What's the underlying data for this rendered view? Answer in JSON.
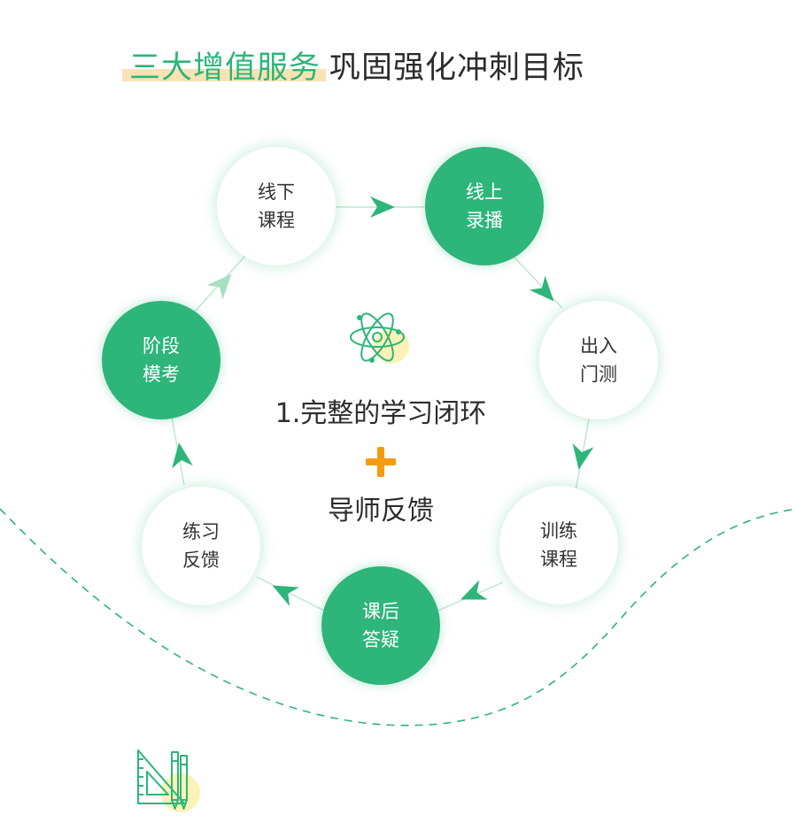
{
  "title": {
    "highlight": "三大增值服务",
    "rest": "巩固强化冲刺目标"
  },
  "nodes": [
    {
      "line1": "线下",
      "line2": "课程",
      "style": "white"
    },
    {
      "line1": "线上",
      "line2": "录播",
      "style": "green"
    },
    {
      "line1": "出入",
      "line2": "门测",
      "style": "white"
    },
    {
      "line1": "训练",
      "line2": "课程",
      "style": "white"
    },
    {
      "line1": "课后",
      "line2": "答疑",
      "style": "green"
    },
    {
      "line1": "练习",
      "line2": "反馈",
      "style": "white"
    },
    {
      "line1": "阶段",
      "line2": "模考",
      "style": "green"
    }
  ],
  "center": {
    "line1": "1.完整的学习闭环",
    "line2": "导师反馈"
  },
  "icons": {
    "center": "atom-icon",
    "bottom": "ruler-pencil-icon"
  },
  "colors": {
    "green": "#2db57a",
    "orange": "#f39c12",
    "highlight_bar": "#fbe2b4"
  }
}
